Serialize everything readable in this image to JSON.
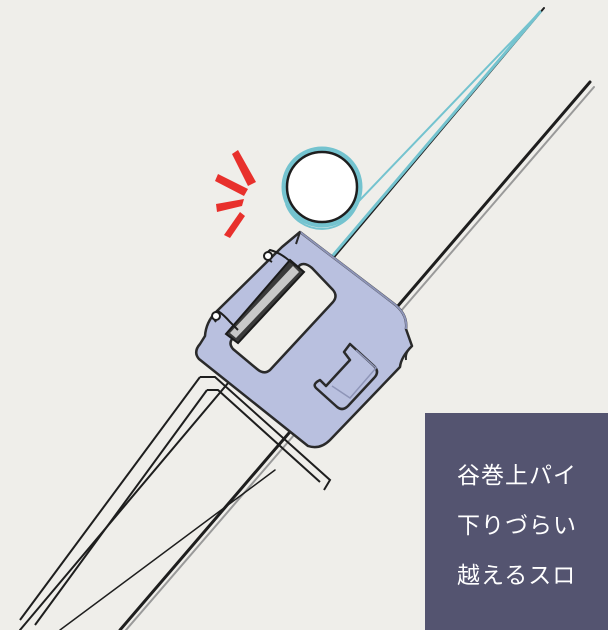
{
  "caption": {
    "lines": [
      "谷巻上パイ",
      "下りづらい",
      "越えるスロ"
    ]
  },
  "colors": {
    "background": "#efeeea",
    "clip_body": "#b9c0df",
    "rope_accent": "#74c3cf",
    "alert": "#e8302c",
    "caption_box": "#545470",
    "caption_text": "#ffffff"
  },
  "icons": {
    "alert_burst": "impact-lines-icon"
  }
}
